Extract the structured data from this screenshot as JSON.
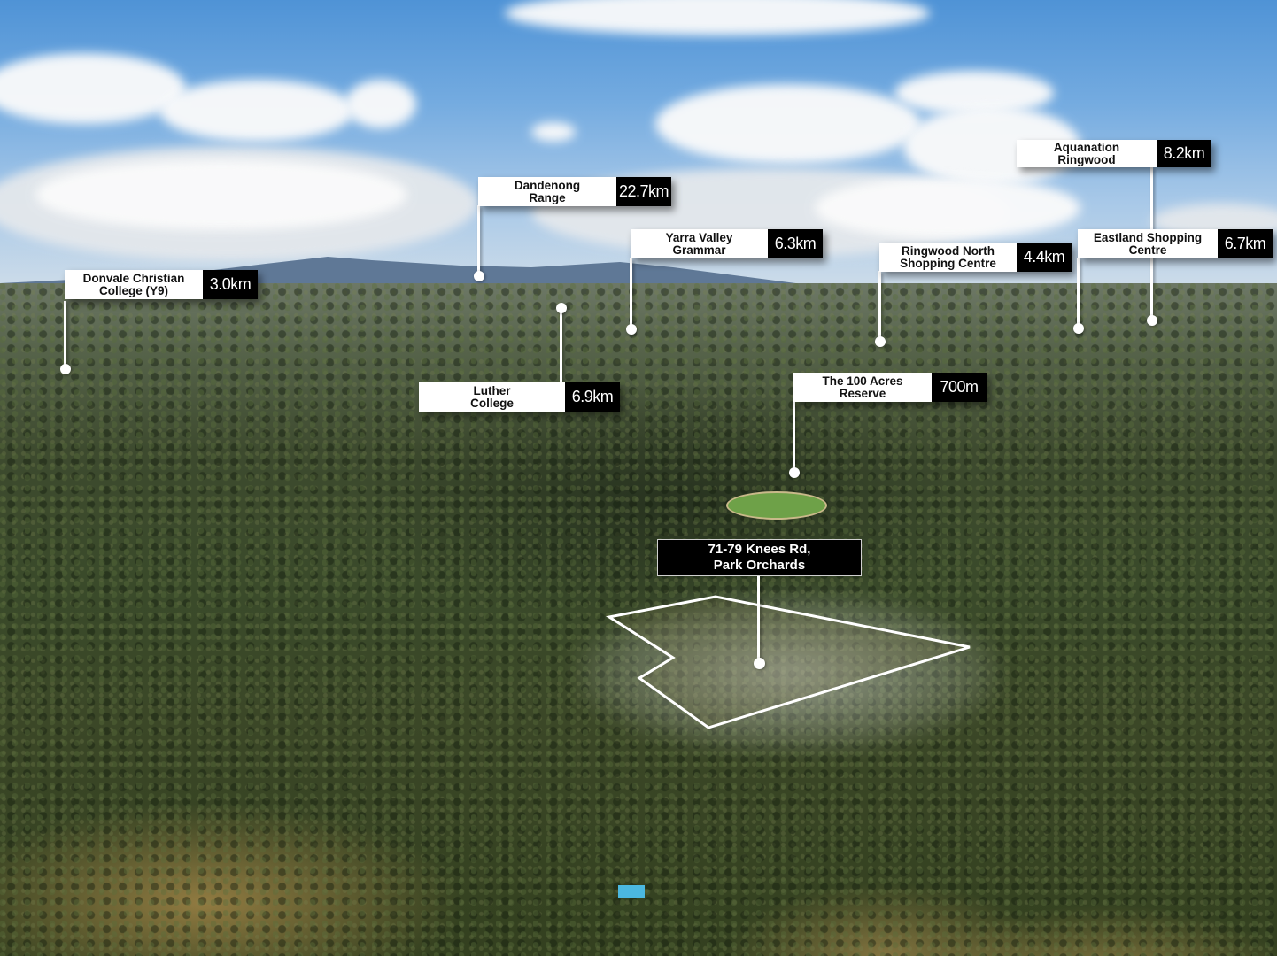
{
  "property": {
    "address_line": "71-79 Knees Rd,\nPark Orchards",
    "boundary_color": "#ffffff"
  },
  "landmarks": [
    {
      "name": "Donvale Christian\nCollege (Y9)",
      "distance": "3.0km"
    },
    {
      "name": "Dandenong\nRange",
      "distance": "22.7km"
    },
    {
      "name": "Luther\nCollege",
      "distance": "6.9km"
    },
    {
      "name": "Yarra Valley\nGrammar",
      "distance": "6.3km"
    },
    {
      "name": "The 100 Acres\nReserve",
      "distance": "700m"
    },
    {
      "name": "Ringwood North\nShopping Centre",
      "distance": "4.4km"
    },
    {
      "name": "Aquanation\nRingwood",
      "distance": "8.2km"
    },
    {
      "name": "Eastland Shopping\nCentre",
      "distance": "6.7km"
    }
  ],
  "colors": {
    "label_bg": "#ffffff",
    "distance_bg": "#000000",
    "sky": "#5a9ad8",
    "vegetation": "#3a4a2a",
    "dry_grass": "#b89a5a"
  }
}
